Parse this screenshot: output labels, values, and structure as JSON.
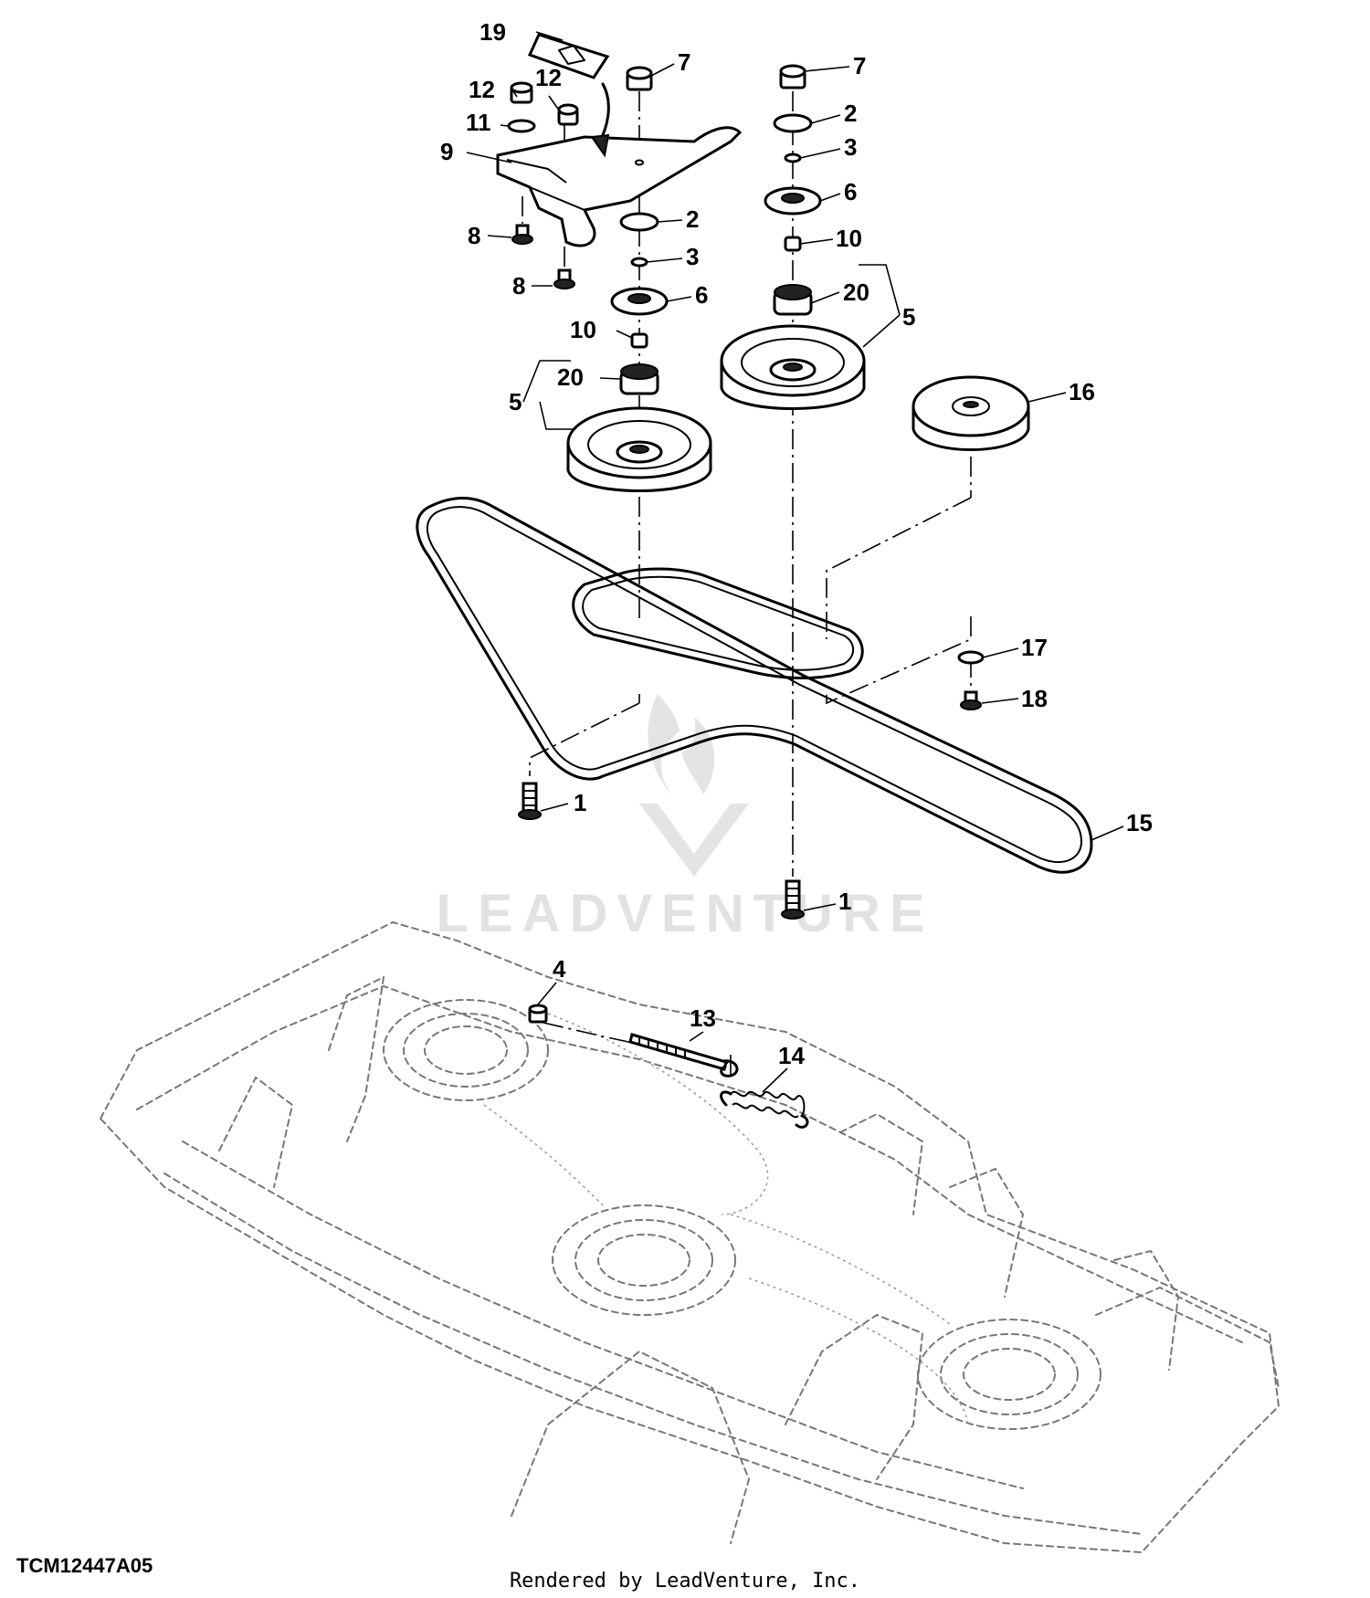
{
  "figure": {
    "id": "TCM12447A05",
    "credit": "Rendered by LeadVenture, Inc.",
    "watermark": "LEADVENTURE"
  },
  "callouts": [
    {
      "key": "c19",
      "label": "19"
    },
    {
      "key": "c12a",
      "label": "12"
    },
    {
      "key": "c12b",
      "label": "12"
    },
    {
      "key": "c11",
      "label": "11"
    },
    {
      "key": "c9",
      "label": "9"
    },
    {
      "key": "c8a",
      "label": "8"
    },
    {
      "key": "c8b",
      "label": "8"
    },
    {
      "key": "c7a",
      "label": "7"
    },
    {
      "key": "c2a",
      "label": "2"
    },
    {
      "key": "c3a",
      "label": "3"
    },
    {
      "key": "c6a",
      "label": "6"
    },
    {
      "key": "c10a",
      "label": "10"
    },
    {
      "key": "c20a",
      "label": "20"
    },
    {
      "key": "c5a",
      "label": "5"
    },
    {
      "key": "c7b",
      "label": "7"
    },
    {
      "key": "c2b",
      "label": "2"
    },
    {
      "key": "c3b",
      "label": "3"
    },
    {
      "key": "c6b",
      "label": "6"
    },
    {
      "key": "c10b",
      "label": "10"
    },
    {
      "key": "c20b",
      "label": "20"
    },
    {
      "key": "c5b",
      "label": "5"
    },
    {
      "key": "c16",
      "label": "16"
    },
    {
      "key": "c17",
      "label": "17"
    },
    {
      "key": "c18",
      "label": "18"
    },
    {
      "key": "c1a",
      "label": "1"
    },
    {
      "key": "c15",
      "label": "15"
    },
    {
      "key": "c1b",
      "label": "1"
    },
    {
      "key": "c4",
      "label": "4"
    },
    {
      "key": "c13",
      "label": "13"
    },
    {
      "key": "c14",
      "label": "14"
    }
  ]
}
